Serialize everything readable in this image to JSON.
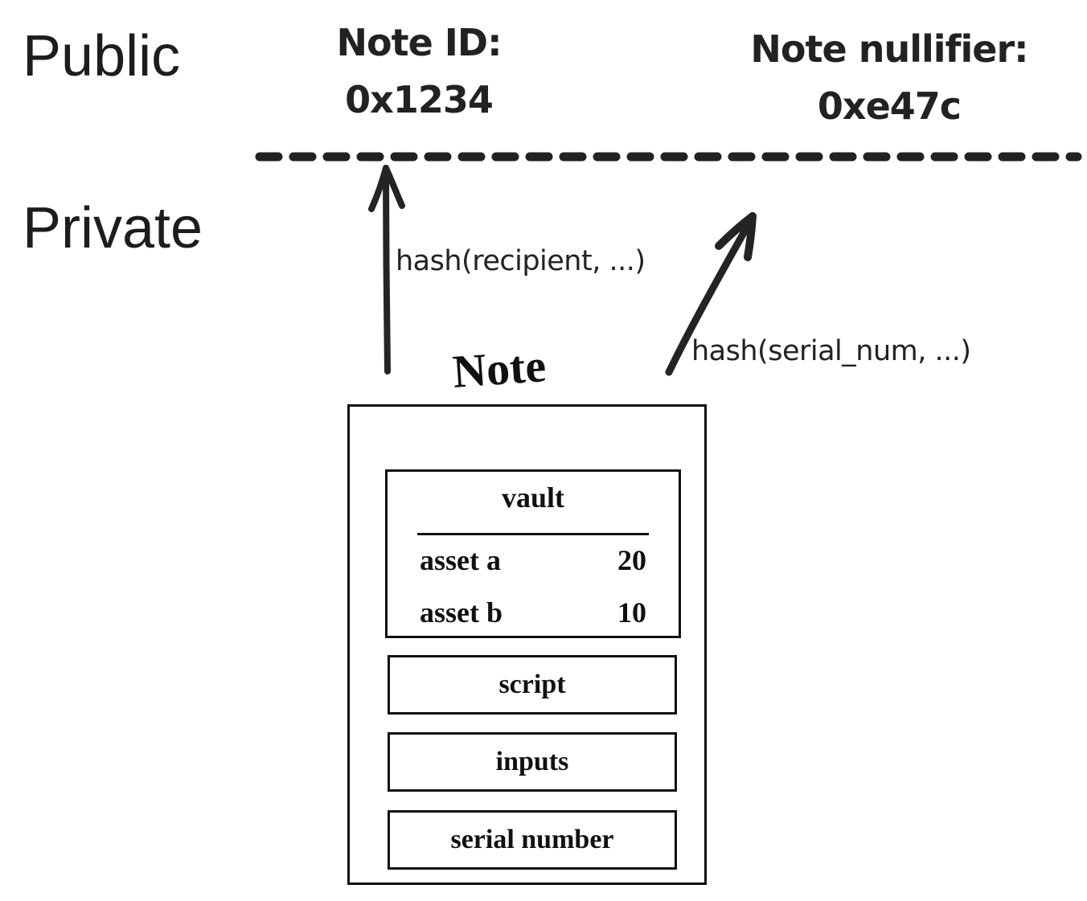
{
  "zones": {
    "public_label": "Public",
    "private_label": "Private"
  },
  "public_outputs": {
    "note_id": {
      "title": "Note ID:",
      "value": "0x1234"
    },
    "note_nullifier": {
      "title": "Note nullifier:",
      "value": "0xe47c"
    }
  },
  "arrows": {
    "recipient_hash_label": "hash(recipient, ...)",
    "serial_hash_label": "hash(serial_num, ...)"
  },
  "note": {
    "title": "Note",
    "vault": {
      "title": "vault",
      "rows": [
        {
          "name": "asset a",
          "amount": "20"
        },
        {
          "name": "asset b",
          "amount": "10"
        }
      ]
    },
    "fields": {
      "script": "script",
      "inputs": "inputs",
      "serial_number": "serial number"
    }
  },
  "colors": {
    "ink": "#1d1d1d",
    "background": "#ffffff"
  }
}
